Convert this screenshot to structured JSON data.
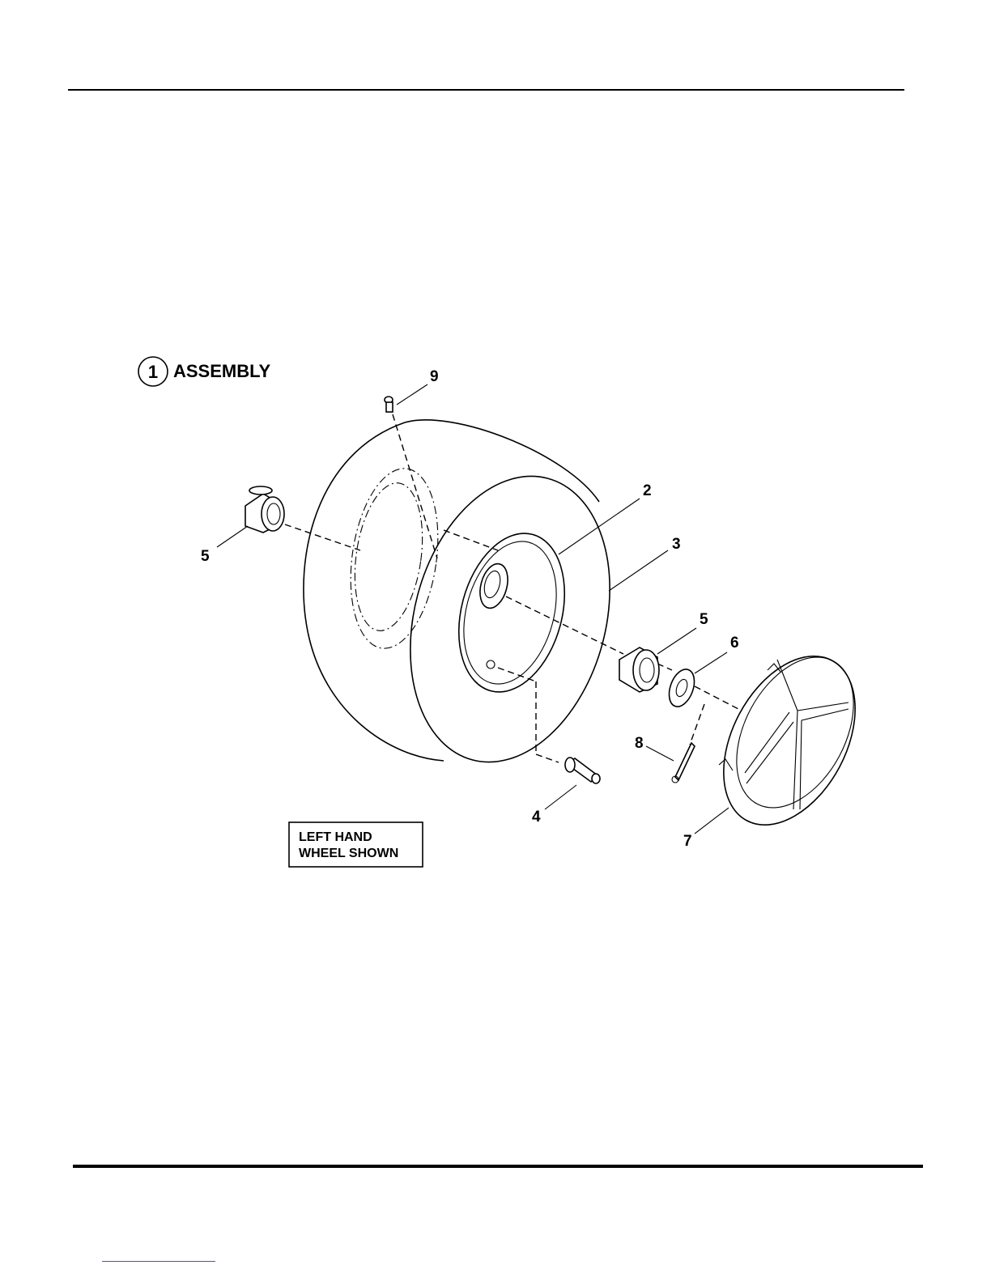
{
  "diagram": {
    "assembly_number": "1",
    "assembly_label": "ASSEMBLY",
    "note_line1": "LEFT HAND",
    "note_line2": "WHEEL SHOWN",
    "callouts": {
      "c2": "2",
      "c3": "3",
      "c4": "4",
      "c5_left": "5",
      "c5_right": "5",
      "c6": "6",
      "c7": "7",
      "c8": "8",
      "c9": "9"
    }
  }
}
